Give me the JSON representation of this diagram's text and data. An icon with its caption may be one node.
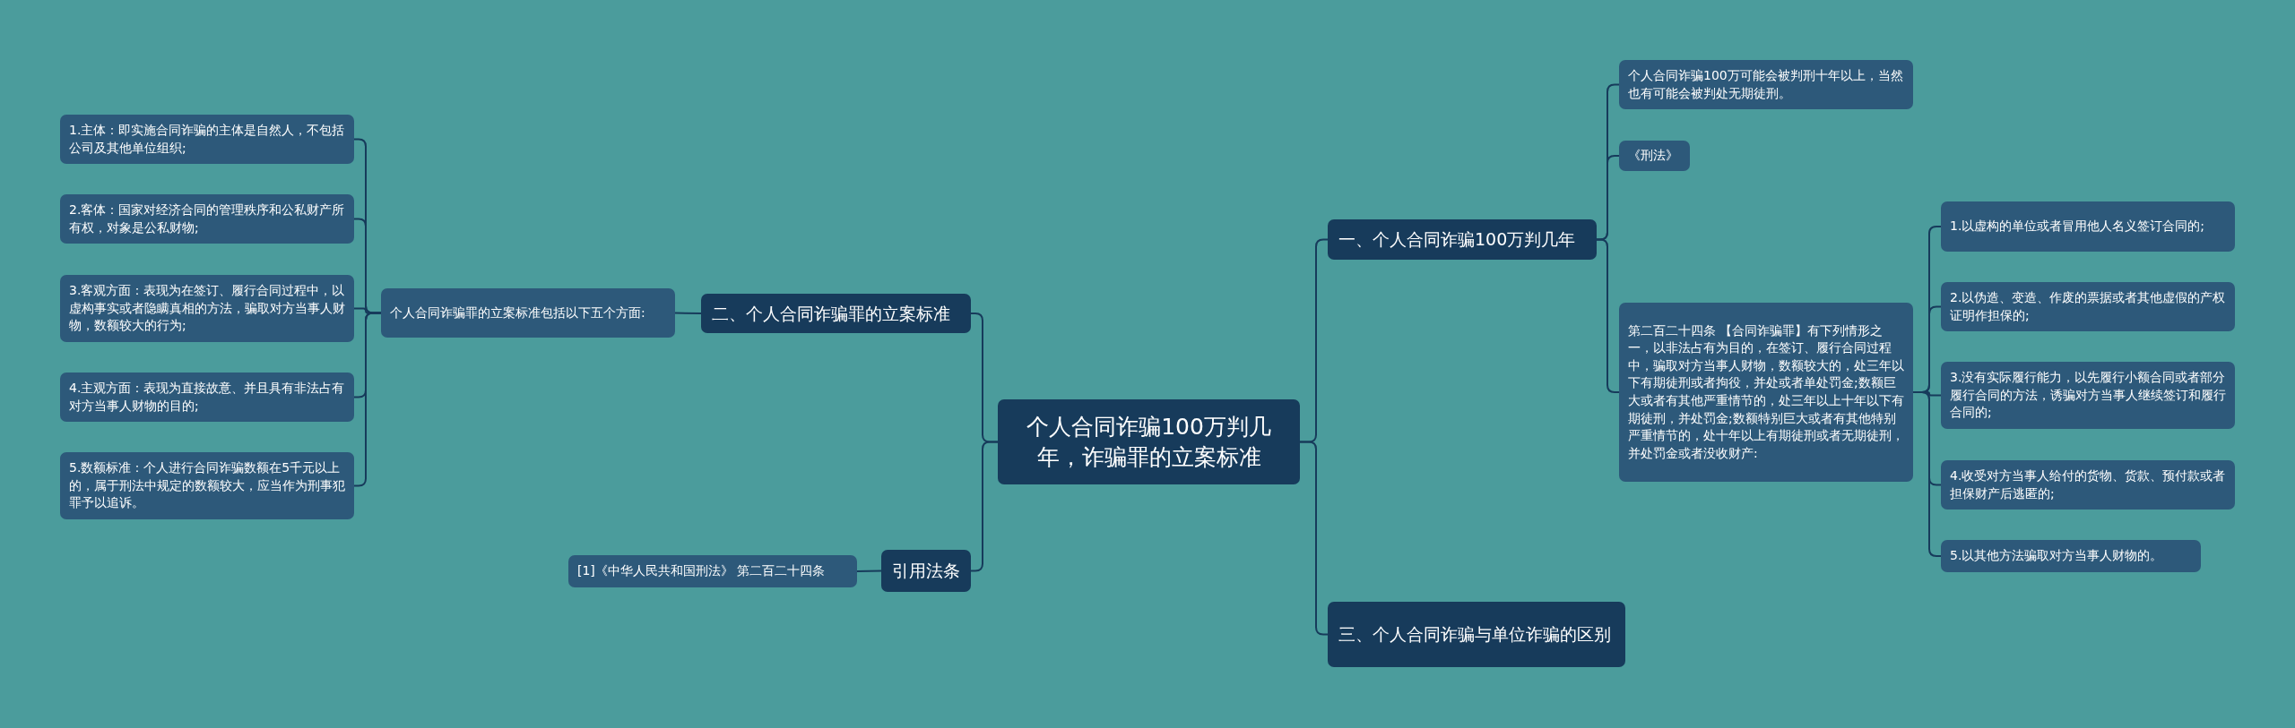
{
  "diagram": {
    "nodes": [
      {
        "text": [
          "个人合同诈骗100万判几年，诈骗罪的立案标准"
        ]
      },
      {
        "text": [
          "一、个人合同诈骗100万判几年"
        ]
      },
      {
        "text": [
          "个人合同诈骗100万可能会被判刑十年以上，当然也有可能会被判处无期徒刑。"
        ]
      },
      {
        "text": [
          "《刑法》"
        ]
      },
      {
        "text": [
          "第二百二十四条 【合同诈骗罪】有下列情形之一，以非法占有为目的，在签订、履行合同过程中，骗取对方当事人财物，数额较大的，处三年以下有期徒刑或者拘役，并处或者单处罚金;数额巨大或者有其他严重情节的，处三年以上十年以下有期徒刑，并处罚金;数额特别巨大或者有其他特别严重情节的，处十年以上有期徒刑或者无期徒刑，并处罚金或者没收财产:"
        ]
      },
      {
        "text": [
          "1.以虚构的单位或者冒用他人名义签订合同的;"
        ]
      },
      {
        "text": [
          "2.以伪造、变造、作废的票据或者其他虚假的产权证明作担保的;"
        ]
      },
      {
        "text": [
          "3.没有实际履行能力，以先履行小额合同或者部分履行合同的方法，诱骗对方当事人继续签订和履行合同的;"
        ]
      },
      {
        "text": [
          "4.收受对方当事人给付的货物、货款、预付款或者担保财产后逃匿的;"
        ]
      },
      {
        "text": [
          "5.以其他方法骗取对方当事人财物的。"
        ]
      },
      {
        "text": [
          "三、个人合同诈骗与单位诈骗的区别"
        ]
      },
      {
        "text": [
          "二、个人合同诈骗罪的立案标准"
        ]
      },
      {
        "text": [
          "个人合同诈骗罪的立案标准包括以下五个方面:"
        ]
      },
      {
        "text": [
          "1.主体：即实施合同诈骗的主体是自然人，不包括公司及其他单位组织;"
        ]
      },
      {
        "text": [
          "2.客体：国家对经济合同的管理秩序和公私财产所有权，对象是公私财物;"
        ]
      },
      {
        "text": [
          "3.客观方面：表现为在签订、履行合同过程中，以虚构事实或者隐瞒真相的方法，骗取对方当事人财物，数额较大的行为;"
        ]
      },
      {
        "text": [
          "4.主观方面：表现为直接故意、并且具有非法占有对方当事人财物的目的;"
        ]
      },
      {
        "text": [
          "5.数额标准：个人进行合同诈骗数额在5千元以上的，属于刑法中规定的数额较大，应当作为刑事犯罪予以追诉。"
        ]
      },
      {
        "text": [
          "引用法条"
        ]
      },
      {
        "text": [
          "[1]《中华人民共和国刑法》 第二百二十四条"
        ]
      }
    ],
    "edges": [
      {
        "from": 0,
        "to": 1,
        "arrow": "none"
      },
      {
        "from": 1,
        "to": 2,
        "arrow": "none"
      },
      {
        "from": 1,
        "to": 3,
        "arrow": "none"
      },
      {
        "from": 1,
        "to": 4,
        "arrow": "none"
      },
      {
        "from": 4,
        "to": 5,
        "arrow": "none"
      },
      {
        "from": 4,
        "to": 6,
        "arrow": "none"
      },
      {
        "from": 4,
        "to": 7,
        "arrow": "none"
      },
      {
        "from": 4,
        "to": 8,
        "arrow": "none"
      },
      {
        "from": 4,
        "to": 9,
        "arrow": "none"
      },
      {
        "from": 0,
        "to": 10,
        "arrow": "none"
      },
      {
        "from": 0,
        "to": 11,
        "arrow": "none"
      },
      {
        "from": 11,
        "to": 12,
        "arrow": "none"
      },
      {
        "from": 12,
        "to": 13,
        "arrow": "none"
      },
      {
        "from": 12,
        "to": 14,
        "arrow": "none"
      },
      {
        "from": 12,
        "to": 15,
        "arrow": "none"
      },
      {
        "from": 12,
        "to": 16,
        "arrow": "none"
      },
      {
        "from": 12,
        "to": 17,
        "arrow": "none"
      },
      {
        "from": 0,
        "to": 18,
        "arrow": "none"
      },
      {
        "from": 18,
        "to": 19,
        "arrow": "none"
      }
    ]
  }
}
